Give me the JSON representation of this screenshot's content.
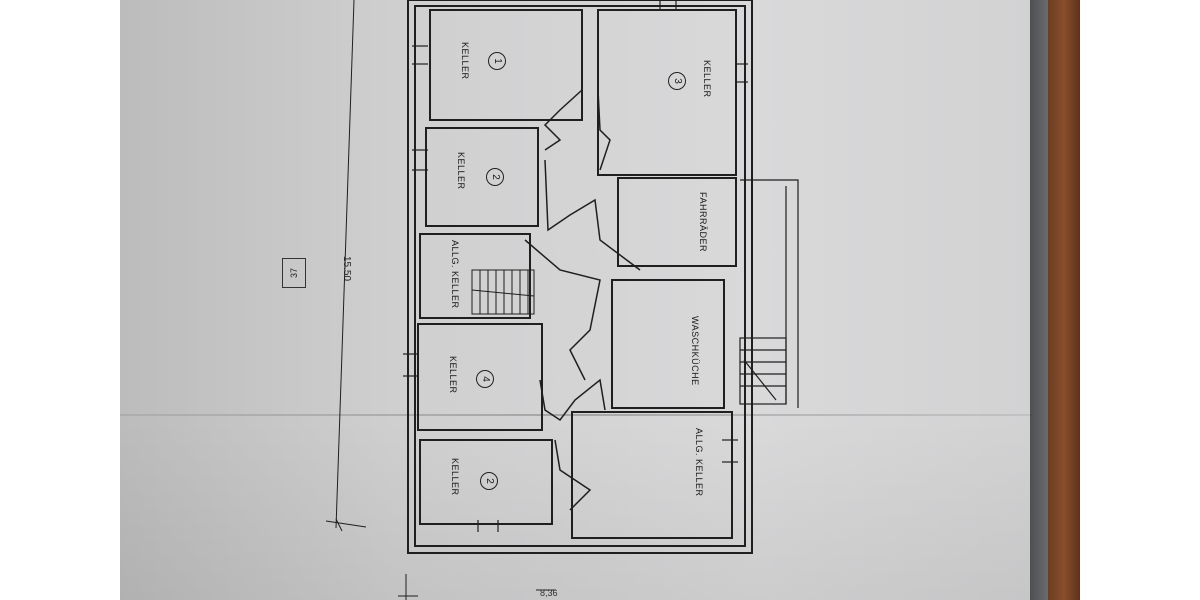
{
  "rooms": {
    "keller1": {
      "name": "KELLER",
      "number": "1"
    },
    "keller3": {
      "name": "KELLER",
      "number": "3"
    },
    "keller2_top": {
      "name": "KELLER",
      "number": "2"
    },
    "fahrraeder": {
      "name": "FAHRRÄDER"
    },
    "allg_keller_left": {
      "name": "ALLG. KELLER"
    },
    "waschkueche": {
      "name": "WASCHKÜCHE"
    },
    "keller4": {
      "name": "KELLER",
      "number": "4"
    },
    "keller2_bottom": {
      "name": "KELLER",
      "number": "2"
    },
    "allg_keller_right": {
      "name": "ALLG. KELLER"
    }
  },
  "dimension": {
    "value": "15.50"
  },
  "page_number": "37",
  "edge_text": "8,36",
  "colors": {
    "paper": "#d9d9da",
    "ink": "#1a1a1a",
    "table": "#4d4f52",
    "wood": "#8a4e2b"
  }
}
